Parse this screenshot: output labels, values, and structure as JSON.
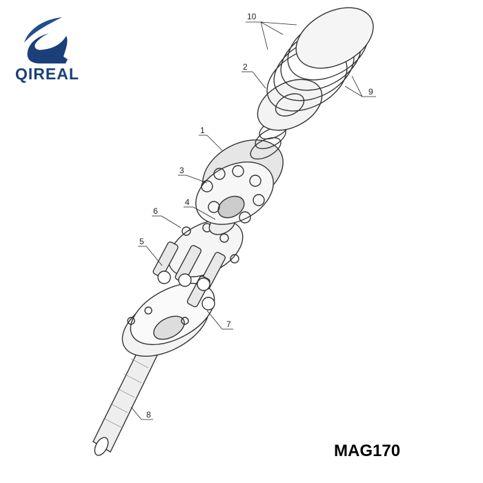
{
  "logo": {
    "text": "QIREAL",
    "color": "#1a3f7a"
  },
  "model": "MAG170",
  "part_labels": [
    "10",
    "2",
    "9",
    "1",
    "3",
    "4",
    "6",
    "5",
    "7",
    "8"
  ]
}
